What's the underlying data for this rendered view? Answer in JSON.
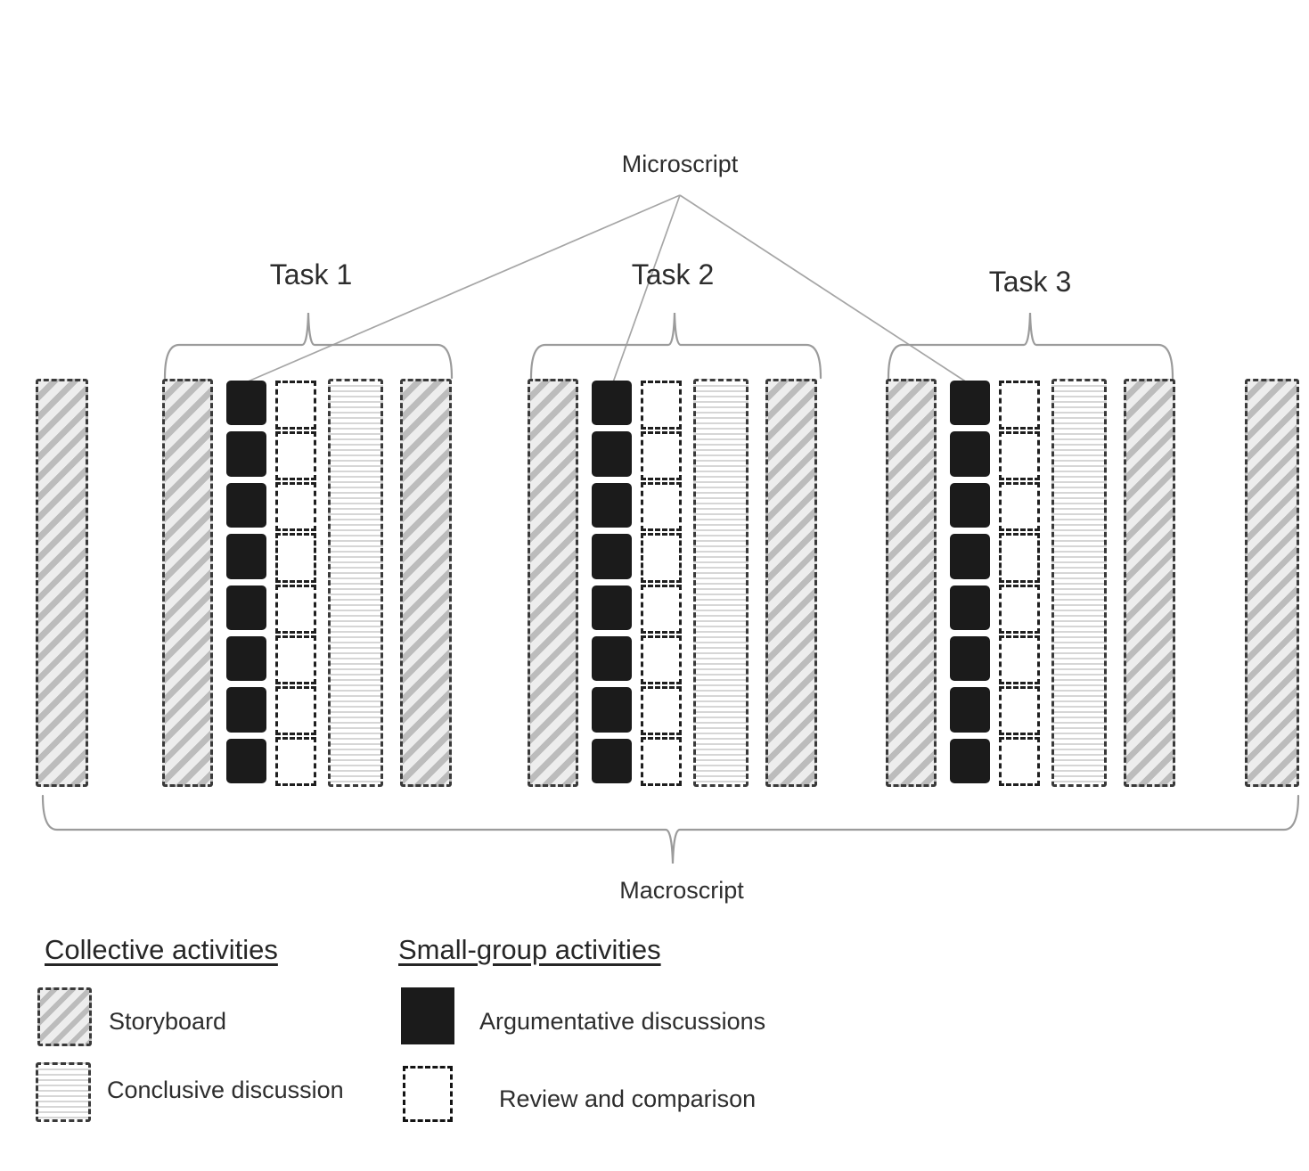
{
  "diagram": {
    "microscript_label": "Microscript",
    "macroscript_label": "Macroscript",
    "tasks": [
      {
        "label": "Task 1"
      },
      {
        "label": "Task 2"
      },
      {
        "label": "Task 3"
      }
    ],
    "task_column_sequence": [
      "storyboard",
      "argumentative-discussions",
      "review-and-comparison",
      "conclusive-discussion",
      "storyboard"
    ],
    "standalone_columns": [
      "storyboard",
      "storyboard"
    ],
    "argumentative_segments_per_task": 8,
    "review_segments_per_task": 8
  },
  "legend": {
    "collective": {
      "heading": "Collective activities",
      "items": [
        {
          "label": "Storyboard",
          "swatch": "diagonal-hatch"
        },
        {
          "label": "Conclusive discussion",
          "swatch": "horizontal-lines"
        }
      ]
    },
    "small_group": {
      "heading": "Small-group activities",
      "items": [
        {
          "label": "Argumentative discussions",
          "swatch": "solid-black"
        },
        {
          "label": "Review and comparison",
          "swatch": "dashed-outline"
        }
      ]
    }
  },
  "colors": {
    "text": "#2d2d2d",
    "connector_line": "#9b9b9b",
    "solid_fill": "#1b1b1b",
    "hatch_stripe": "#bcbcbc",
    "hatch_background": "#ededed",
    "rule_line": "#d6d6d6",
    "dash_border": "#3a3a3a"
  }
}
